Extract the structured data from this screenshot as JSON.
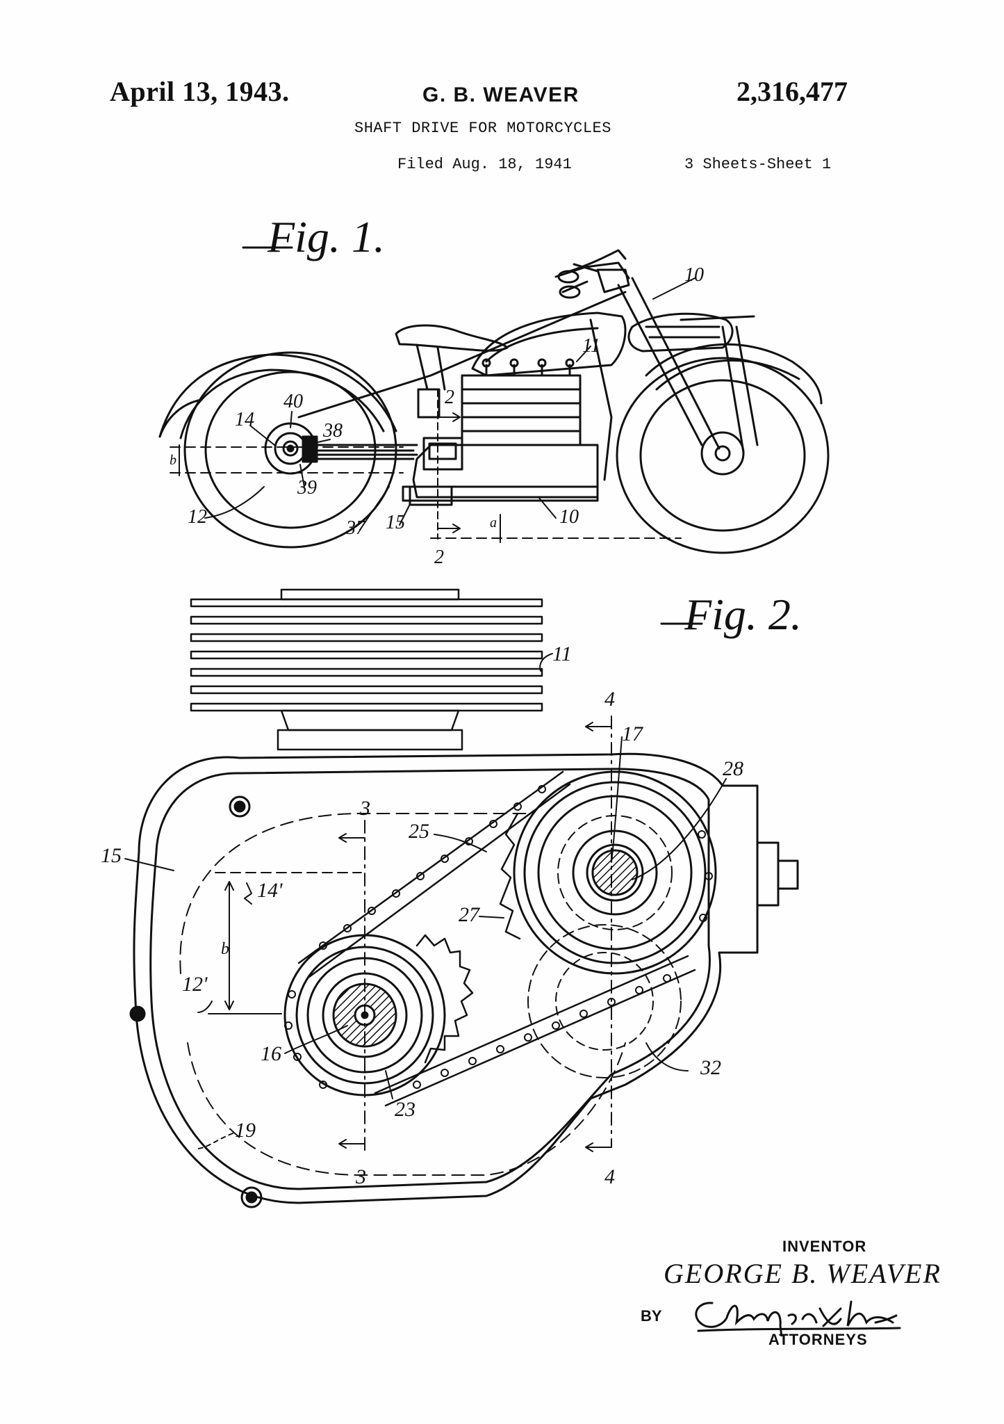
{
  "header": {
    "date": "April 13, 1943.",
    "inventor_short": "G. B. WEAVER",
    "patent_number": "2,316,477",
    "title": "SHAFT DRIVE FOR MOTORCYCLES",
    "filed": "Filed Aug. 18, 1941",
    "sheets": "3 Sheets-Sheet 1"
  },
  "figures": {
    "fig1_label": "Fig. 1.",
    "fig2_label": "Fig. 2."
  },
  "fig1_refs": [
    "10",
    "11",
    "2",
    "40",
    "14",
    "38",
    "39",
    "12",
    "37",
    "15",
    "10",
    "2",
    "a",
    "b"
  ],
  "fig2_refs": [
    "11",
    "4",
    "17",
    "28",
    "3",
    "25",
    "15",
    "14'",
    "27",
    "12'",
    "b",
    "16",
    "23",
    "32",
    "19",
    "3",
    "4"
  ],
  "signature_block": {
    "inventor_label": "INVENTOR",
    "inventor_name": "GEORGE B. WEAVER",
    "by_label": "BY",
    "attorney_signature": "Chapin & Neal",
    "attorneys_label": "ATTORNEYS"
  },
  "colors": {
    "ink": "#111111",
    "paper": "#fefefe"
  }
}
